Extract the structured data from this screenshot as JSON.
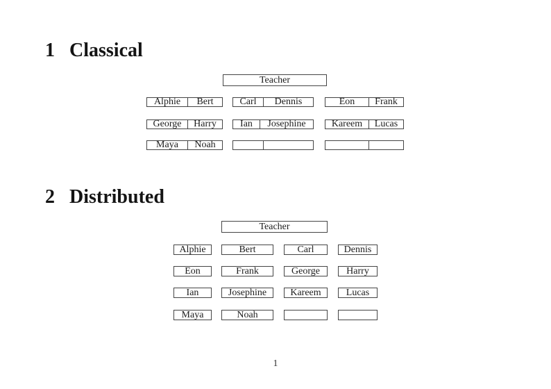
{
  "page": {
    "number": "1"
  },
  "colors": {
    "border": "#444444",
    "text": "#1c1c1c",
    "background": "#ffffff"
  },
  "sections": [
    {
      "number": "1",
      "title": "Classical",
      "teacher_label": "Teacher",
      "desk_rows": [
        [
          {
            "left": "Alphie",
            "right": "Bert"
          },
          {
            "left": "Carl",
            "right": "Dennis"
          },
          {
            "left": "Eon",
            "right": "Frank"
          }
        ],
        [
          {
            "left": "George",
            "right": "Harry"
          },
          {
            "left": "Ian",
            "right": "Josephine"
          },
          {
            "left": "Kareem",
            "right": "Lucas"
          }
        ],
        [
          {
            "left": "Maya",
            "right": "Noah"
          },
          {
            "left": "",
            "right": ""
          },
          {
            "left": "",
            "right": ""
          }
        ]
      ]
    },
    {
      "number": "2",
      "title": "Distributed",
      "teacher_label": "Teacher",
      "seat_rows": [
        [
          "Alphie",
          "Bert",
          "Carl",
          "Dennis"
        ],
        [
          "Eon",
          "Frank",
          "George",
          "Harry"
        ],
        [
          "Ian",
          "Josephine",
          "Kareem",
          "Lucas"
        ],
        [
          "Maya",
          "Noah",
          "",
          ""
        ]
      ]
    }
  ]
}
